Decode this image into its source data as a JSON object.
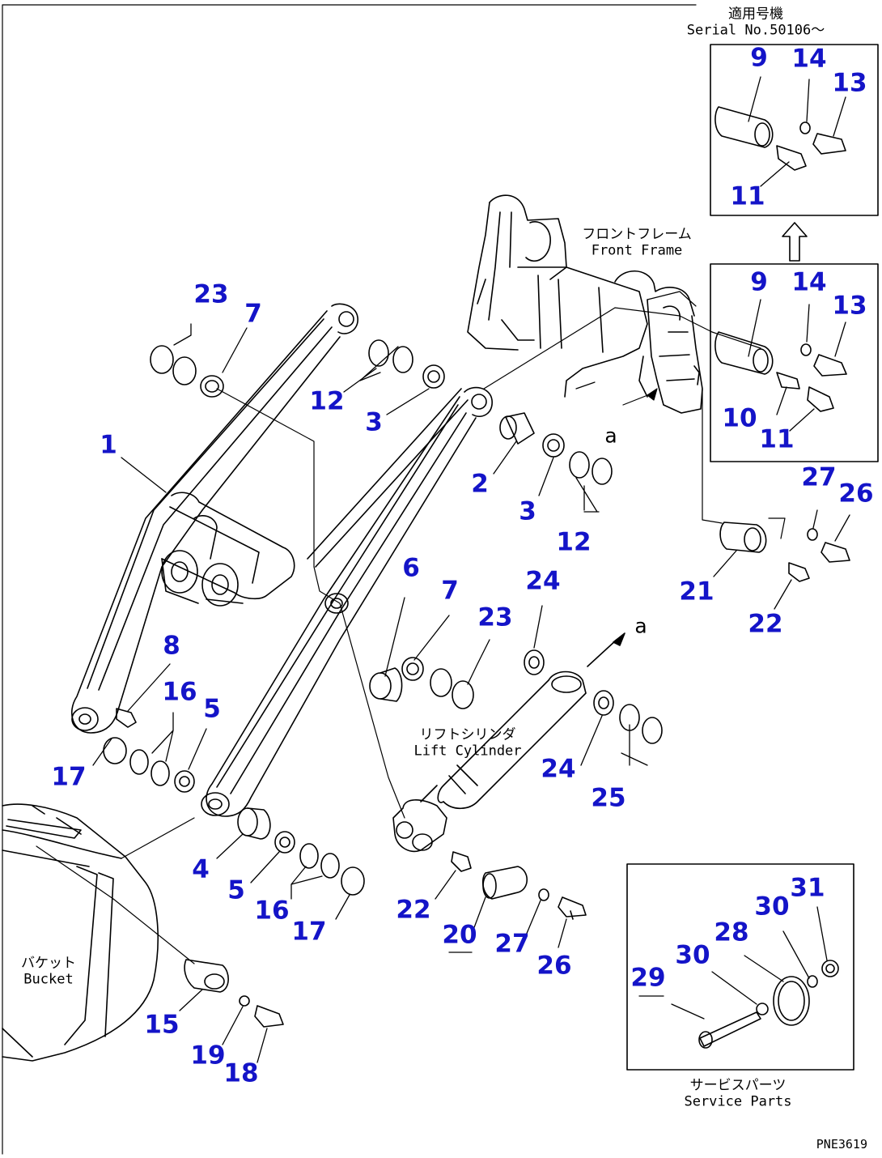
{
  "diagram": {
    "drawing_code": "PNE3619",
    "colors": {
      "callout": "#1414c8",
      "line": "#000000"
    },
    "labels": {
      "front_frame": [
        "フロントフレーム",
        "Front Frame"
      ],
      "lift_cylinder": [
        "リフトシリンダ",
        "Lift Cylinder"
      ],
      "bucket": [
        "バケット",
        "Bucket"
      ],
      "service_parts": [
        "サービスパーツ",
        "Service Parts"
      ],
      "serial_header": [
        "適用号機",
        "Serial No.50106～"
      ]
    },
    "view_marker": "a",
    "callouts": {
      "c1": "1",
      "c2": "2",
      "c3a": "3",
      "c3b": "3",
      "c4": "4",
      "c5a": "5",
      "c5b": "5",
      "c6": "6",
      "c7a": "7",
      "c7b": "7",
      "c8": "8",
      "c9a": "9",
      "c9b": "9",
      "c10": "10",
      "c11a": "11",
      "c11b": "11",
      "c12a": "12",
      "c12b": "12",
      "c13a": "13",
      "c13b": "13",
      "c14a": "14",
      "c14b": "14",
      "c15": "15",
      "c16a": "16",
      "c16b": "16",
      "c17a": "17",
      "c17b": "17",
      "c18": "18",
      "c19": "19",
      "c20": "20",
      "c21": "21",
      "c22a": "22",
      "c22b": "22",
      "c23a": "23",
      "c23b": "23",
      "c24a": "24",
      "c24b": "24",
      "c25": "25",
      "c26a": "26",
      "c26b": "26",
      "c27a": "27",
      "c27b": "27",
      "c28": "28",
      "c29": "29",
      "c30a": "30",
      "c30b": "30",
      "c31": "31"
    }
  }
}
